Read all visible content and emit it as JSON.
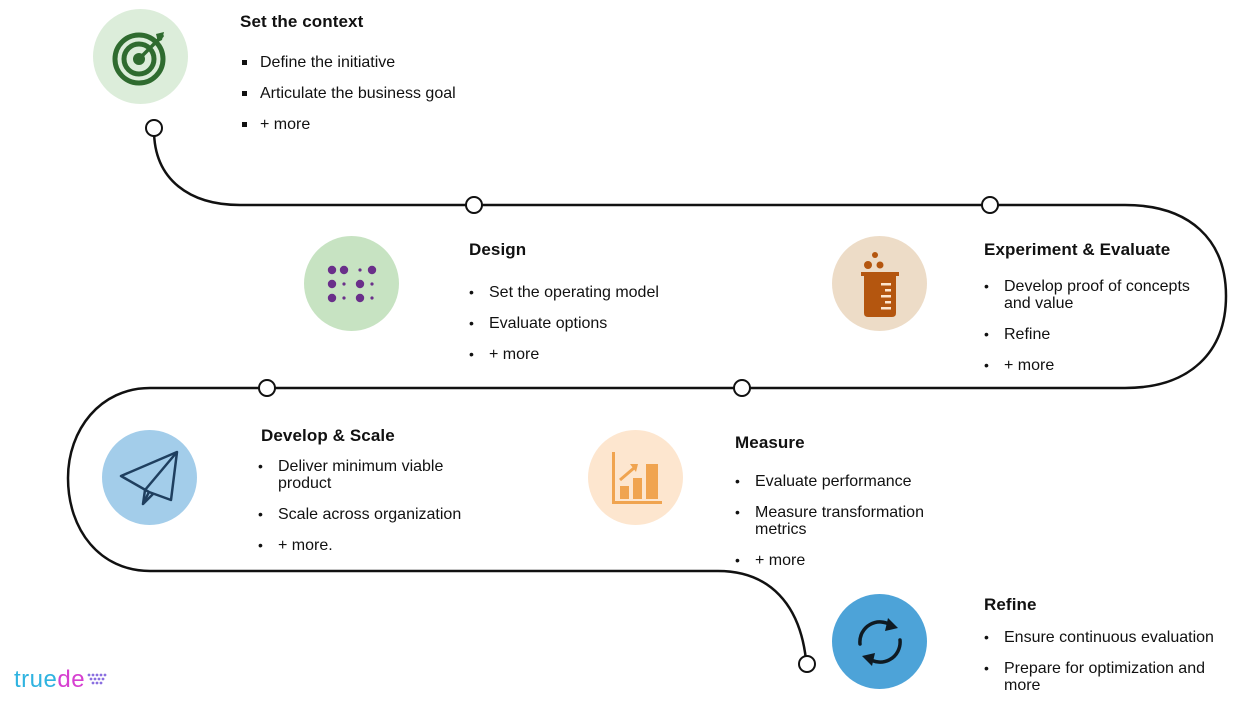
{
  "steps": [
    {
      "title": "Set the context",
      "items": [
        "Define the initiative",
        "Articulate the business goal",
        "+ more"
      ],
      "icon": "target-icon",
      "circle_color": "#dcedda"
    },
    {
      "title": "Design",
      "items": [
        "Set the operating model",
        "Evaluate options",
        "+ more"
      ],
      "icon": "dots-grid-icon",
      "circle_color": "#c7e3c2"
    },
    {
      "title": "Experiment & Evaluate",
      "items": [
        "Develop proof of concepts and value",
        "Refine",
        "+ more"
      ],
      "icon": "beaker-icon",
      "circle_color": "#eddcc7"
    },
    {
      "title": "Develop & Scale",
      "items": [
        "Deliver minimum viable product",
        "Scale across organization",
        "+ more."
      ],
      "icon": "paper-plane-icon",
      "circle_color": "#a3cdea"
    },
    {
      "title": "Measure",
      "items": [
        "Evaluate performance",
        "Measure transformation metrics",
        "+ more"
      ],
      "icon": "bar-chart-icon",
      "circle_color": "#fde6cf"
    },
    {
      "title": "Refine",
      "items": [
        "Ensure continuous evaluation",
        "Prepare for optimization and more"
      ],
      "icon": "refresh-icon",
      "circle_color": "#4da3d8"
    }
  ],
  "logo": {
    "part1": "true",
    "part2": "de"
  },
  "colors": {
    "road": "#111111",
    "target": "#2f6b2f",
    "dots": "#6a2f8a",
    "beaker": "#b4560f",
    "plane": "#1f3f5f",
    "chart": "#f0a450",
    "refresh": "#0f1a22"
  }
}
